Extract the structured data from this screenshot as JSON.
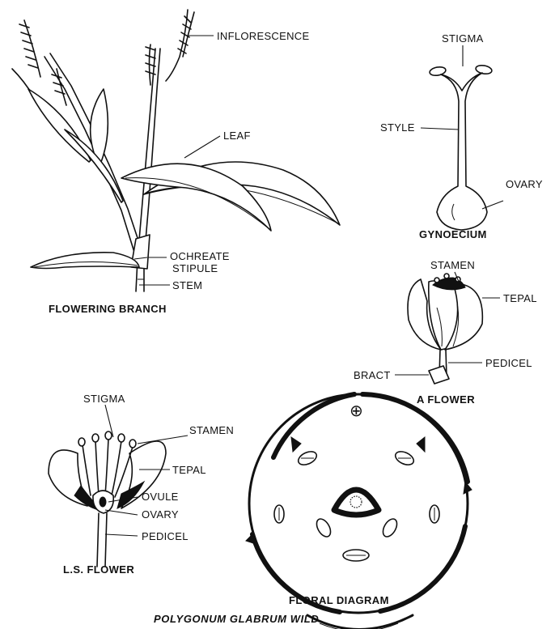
{
  "title": "POLYGONUM GLABRUM WILD",
  "floral_symbol": "⊕",
  "captions": {
    "flowering_branch": "FLOWERING BRANCH",
    "gynoecium": "GYNOECIUM",
    "a_flower": "A FLOWER",
    "ls_flower": "L.S. FLOWER",
    "floral_diagram": "FLORAL DIAGRAM"
  },
  "labels": {
    "inflorescence": "INFLORESCENCE",
    "leaf": "LEAF",
    "ochreate_line1": "OCHREATE",
    "ochreate_line2": "STIPULE",
    "stem": "STEM",
    "gyn_stigma": "STIGMA",
    "gyn_style": "STYLE",
    "gyn_ovary": "OVARY",
    "fl_stamen": "STAMEN",
    "fl_tepal": "TEPAL",
    "fl_pedicel": "PEDICEL",
    "fl_bract": "BRACT",
    "ls_stigma": "STIGMA",
    "ls_stamen": "STAMEN",
    "ls_tepal": "TEPAL",
    "ls_ovule": "OVULE",
    "ls_ovary": "OVARY",
    "ls_pedicel": "PEDICEL"
  }
}
